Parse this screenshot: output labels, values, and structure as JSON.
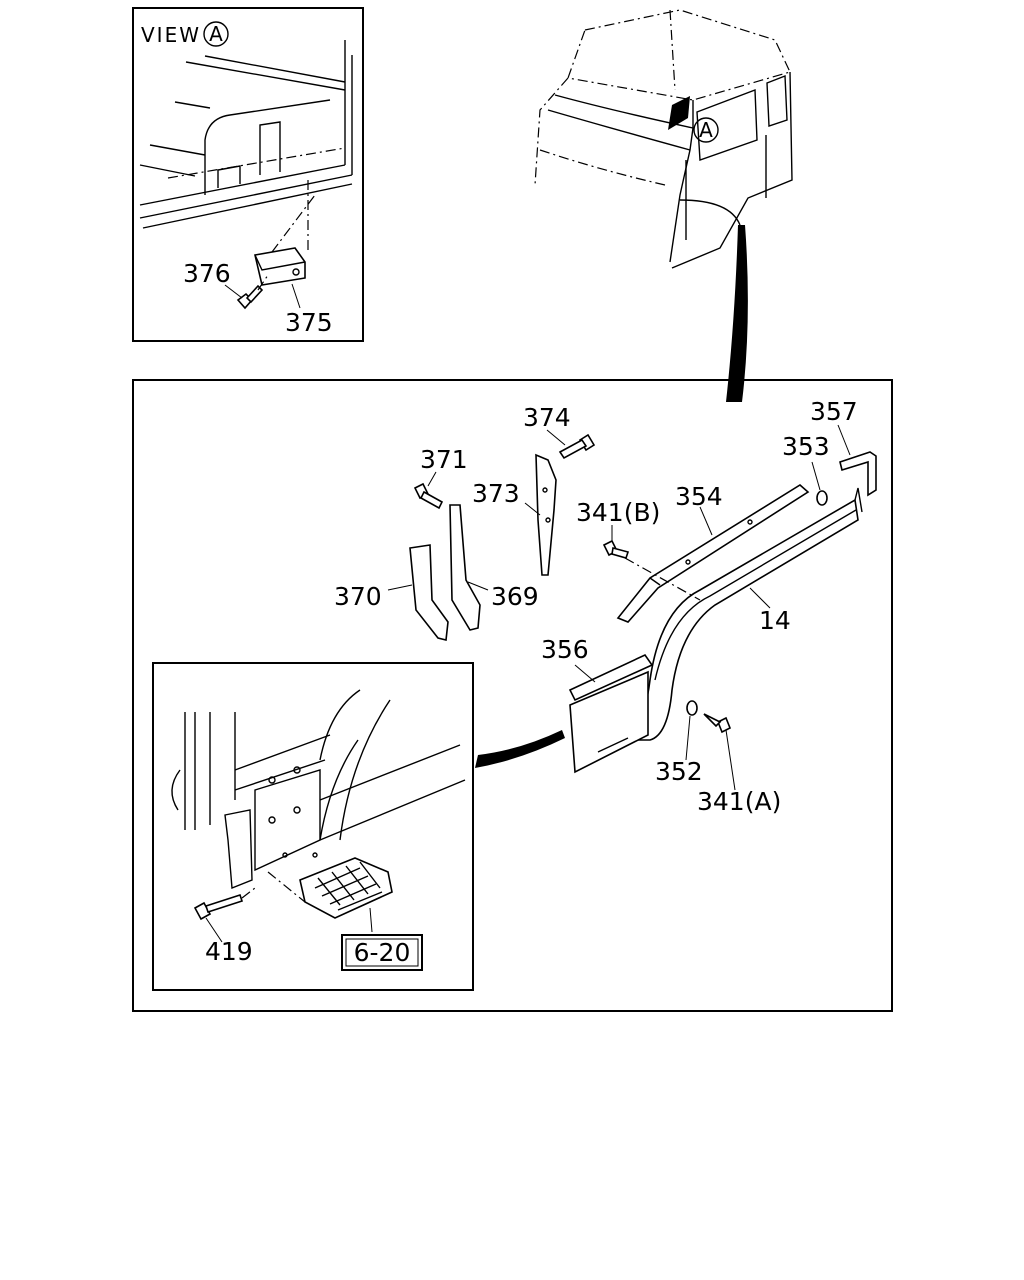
{
  "view_label": "VIEW",
  "view_marker": "A",
  "cab_marker": "A",
  "labels": {
    "p376": "376",
    "p375": "375",
    "p374": "374",
    "p371": "371",
    "p373": "373",
    "p357": "357",
    "p353": "353",
    "p341b": "341(B)",
    "p354": "354",
    "p370": "370",
    "p369": "369",
    "p14": "14",
    "p356": "356",
    "p352": "352",
    "p341a": "341(A)",
    "p419": "419"
  },
  "ref_box": "6-20"
}
